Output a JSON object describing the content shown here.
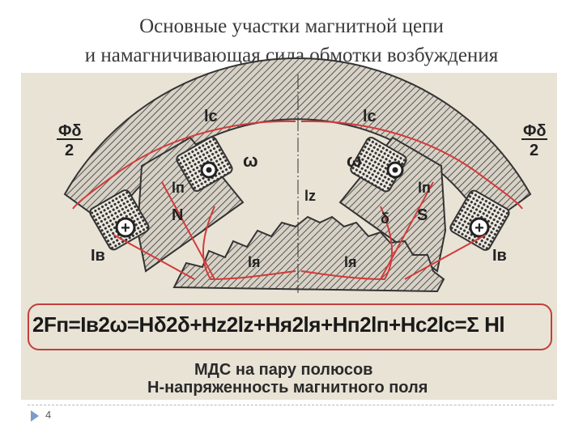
{
  "title": {
    "line1": "Основные участки магнитной цепи",
    "line2": "и намагничивающая сила обмотки возбуждения"
  },
  "diagram": {
    "flux_num": "Φδ",
    "flux_den": "2",
    "yoke_length": "lc",
    "pole_length": "lп",
    "tooth_length": "lz",
    "armature_length": "lя",
    "turns": "ω",
    "pole_north": "N",
    "pole_south": "S",
    "gap": "δ",
    "field_current": "Iв"
  },
  "formula": "2Fп=Iв2ω=Hδ2δ+Hz2lz+Hя2lя+Hп2lп+Hc2lc=Σ Hl",
  "note": {
    "line1": "МДС на пару полюсов",
    "line2": "H-напряженность магнитного поля"
  },
  "page_number": "4",
  "colors": {
    "background": "#e9e3d6",
    "hatch": "#6a6a6a",
    "flux_line": "#d23a3a",
    "frame": "#c0403a",
    "coil": "#3a3a3a"
  }
}
